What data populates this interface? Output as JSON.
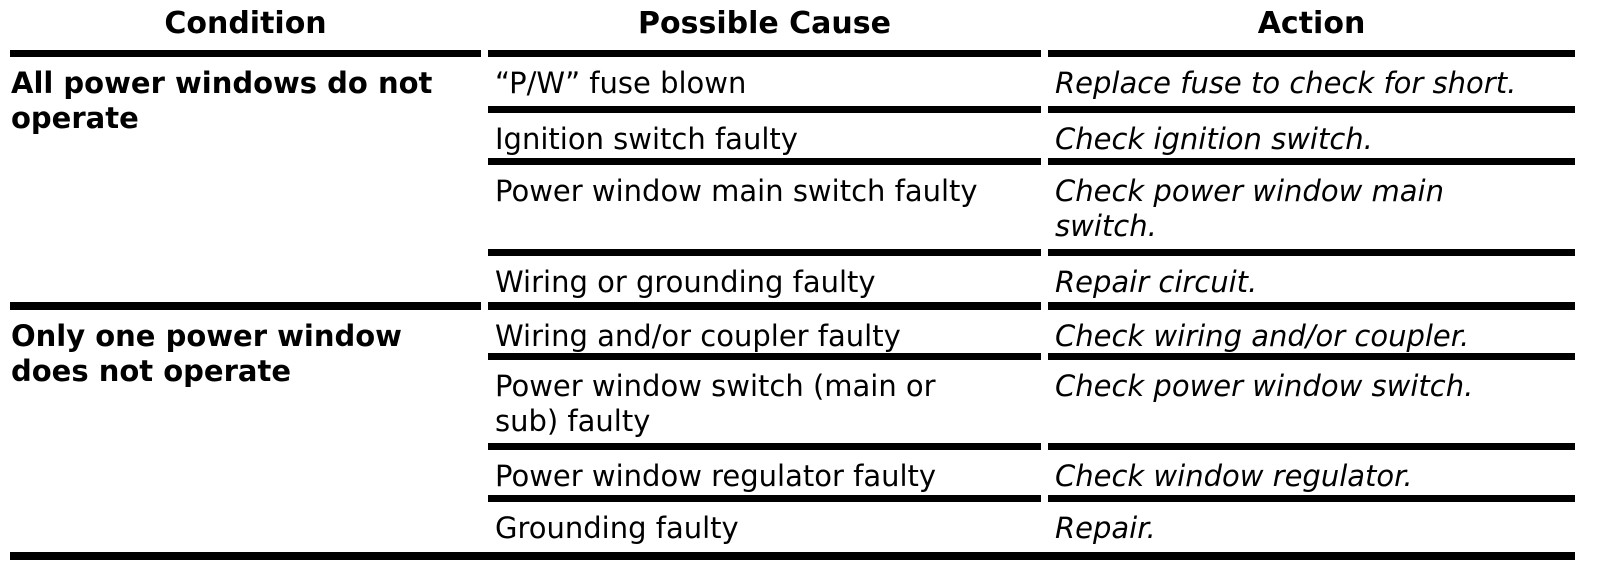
{
  "table": {
    "headers": {
      "condition": "Condition",
      "cause": "Possible Cause",
      "action": "Action"
    },
    "groups": [
      {
        "condition": "All power windows do not\noperate",
        "rows": [
          {
            "cause": "“P/W” fuse blown",
            "action": "Replace fuse to check for short."
          },
          {
            "cause": "Ignition switch faulty",
            "action": "Check ignition switch."
          },
          {
            "cause": "Power window main switch faulty",
            "action": "Check power window main\nswitch."
          },
          {
            "cause": "Wiring or grounding faulty",
            "action": "Repair circuit."
          }
        ]
      },
      {
        "condition": "Only one power window\ndoes not operate",
        "rows": [
          {
            "cause": "Wiring and/or coupler faulty",
            "action": "Check wiring and/or coupler."
          },
          {
            "cause": "Power window switch (main or\nsub) faulty",
            "action": "Check power window switch."
          },
          {
            "cause": "Power window regulator faulty",
            "action": "Check window regulator."
          },
          {
            "cause": "Grounding faulty",
            "action": "Repair."
          }
        ]
      }
    ]
  },
  "colors": {
    "text": "#000000",
    "background": "#ffffff",
    "rule": "#000000"
  }
}
